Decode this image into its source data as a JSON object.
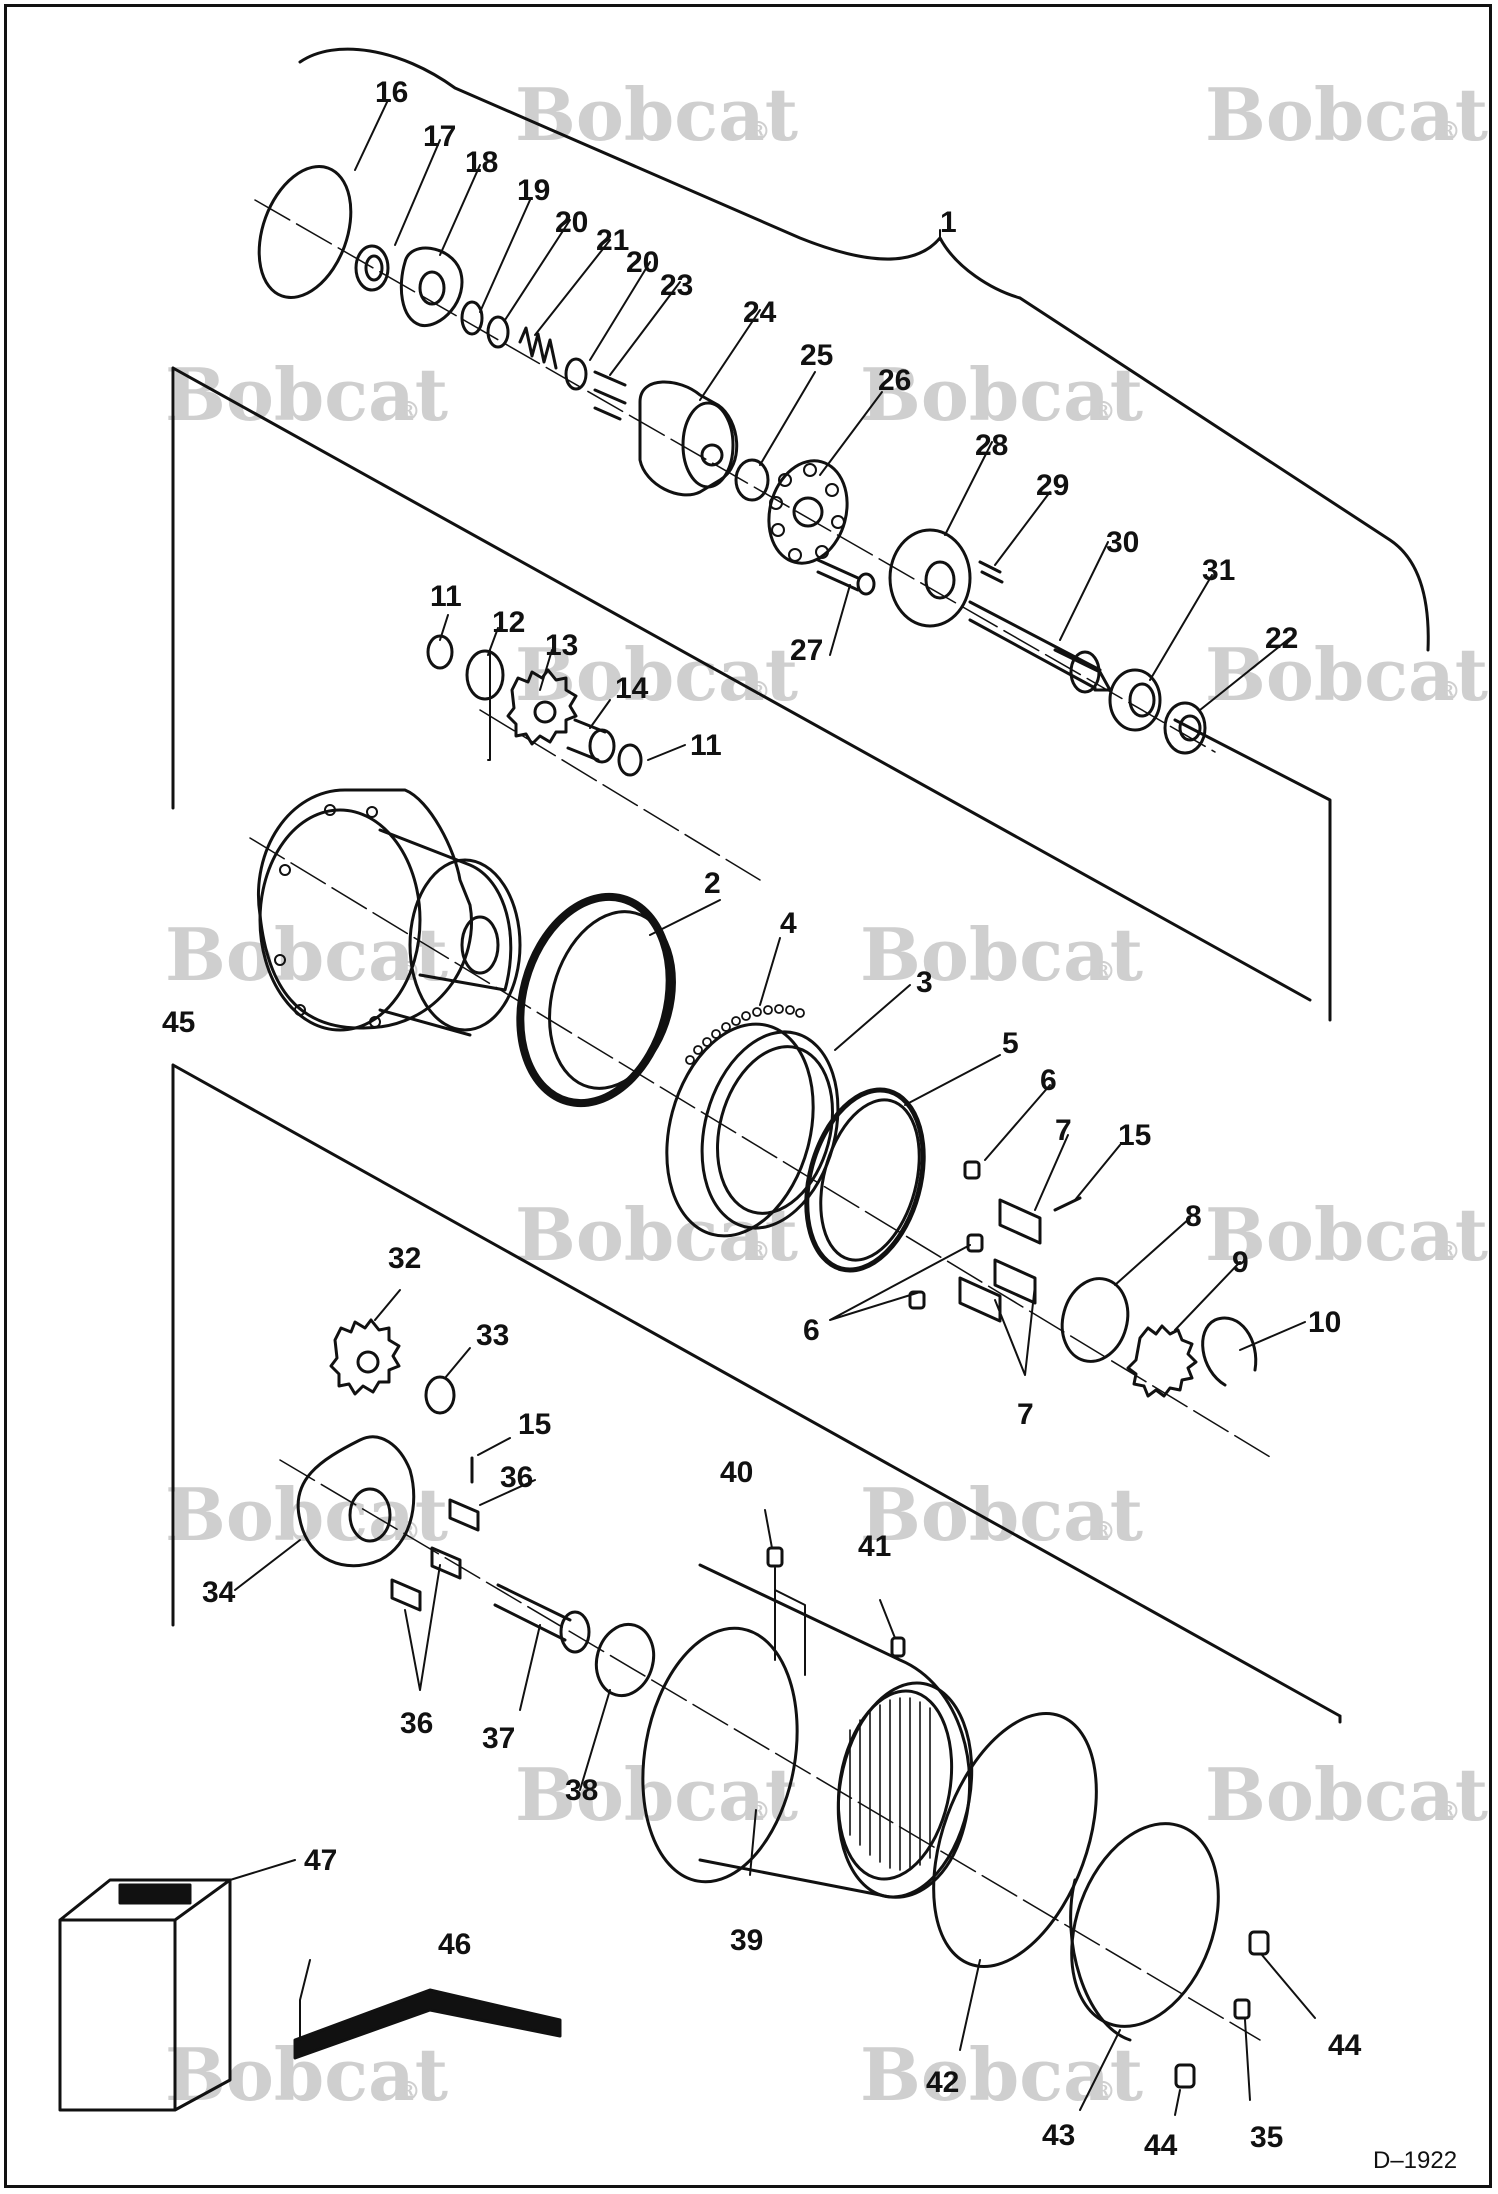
{
  "watermark": {
    "brand": "Bobcat",
    "mark": "®",
    "color": "#cfcfcf"
  },
  "figure_id": "D–1922",
  "callouts": [
    {
      "id": "c1",
      "label": "1"
    },
    {
      "id": "c2",
      "label": "2"
    },
    {
      "id": "c3",
      "label": "3"
    },
    {
      "id": "c4",
      "label": "4"
    },
    {
      "id": "c5",
      "label": "5"
    },
    {
      "id": "c6a",
      "label": "6"
    },
    {
      "id": "c6b",
      "label": "6"
    },
    {
      "id": "c7a",
      "label": "7"
    },
    {
      "id": "c7b",
      "label": "7"
    },
    {
      "id": "c8",
      "label": "8"
    },
    {
      "id": "c9",
      "label": "9"
    },
    {
      "id": "c10",
      "label": "10"
    },
    {
      "id": "c11a",
      "label": "11"
    },
    {
      "id": "c11b",
      "label": "11"
    },
    {
      "id": "c12",
      "label": "12"
    },
    {
      "id": "c13",
      "label": "13"
    },
    {
      "id": "c14",
      "label": "14"
    },
    {
      "id": "c15a",
      "label": "15"
    },
    {
      "id": "c15b",
      "label": "15"
    },
    {
      "id": "c16",
      "label": "16"
    },
    {
      "id": "c17",
      "label": "17"
    },
    {
      "id": "c18",
      "label": "18"
    },
    {
      "id": "c19",
      "label": "19"
    },
    {
      "id": "c20a",
      "label": "20"
    },
    {
      "id": "c20b",
      "label": "20"
    },
    {
      "id": "c21",
      "label": "21"
    },
    {
      "id": "c22",
      "label": "22"
    },
    {
      "id": "c23",
      "label": "23"
    },
    {
      "id": "c24",
      "label": "24"
    },
    {
      "id": "c25",
      "label": "25"
    },
    {
      "id": "c26",
      "label": "26"
    },
    {
      "id": "c27",
      "label": "27"
    },
    {
      "id": "c28",
      "label": "28"
    },
    {
      "id": "c29",
      "label": "29"
    },
    {
      "id": "c30",
      "label": "30"
    },
    {
      "id": "c31",
      "label": "31"
    },
    {
      "id": "c32",
      "label": "32"
    },
    {
      "id": "c33",
      "label": "33"
    },
    {
      "id": "c34",
      "label": "34"
    },
    {
      "id": "c35",
      "label": "35"
    },
    {
      "id": "c36a",
      "label": "36"
    },
    {
      "id": "c36b",
      "label": "36"
    },
    {
      "id": "c37",
      "label": "37"
    },
    {
      "id": "c38",
      "label": "38"
    },
    {
      "id": "c39",
      "label": "39"
    },
    {
      "id": "c40",
      "label": "40"
    },
    {
      "id": "c41",
      "label": "41"
    },
    {
      "id": "c42",
      "label": "42"
    },
    {
      "id": "c43",
      "label": "43"
    },
    {
      "id": "c44a",
      "label": "44"
    },
    {
      "id": "c44b",
      "label": "44"
    },
    {
      "id": "c45",
      "label": "45"
    },
    {
      "id": "c46",
      "label": "46"
    },
    {
      "id": "c47",
      "label": "47"
    }
  ]
}
